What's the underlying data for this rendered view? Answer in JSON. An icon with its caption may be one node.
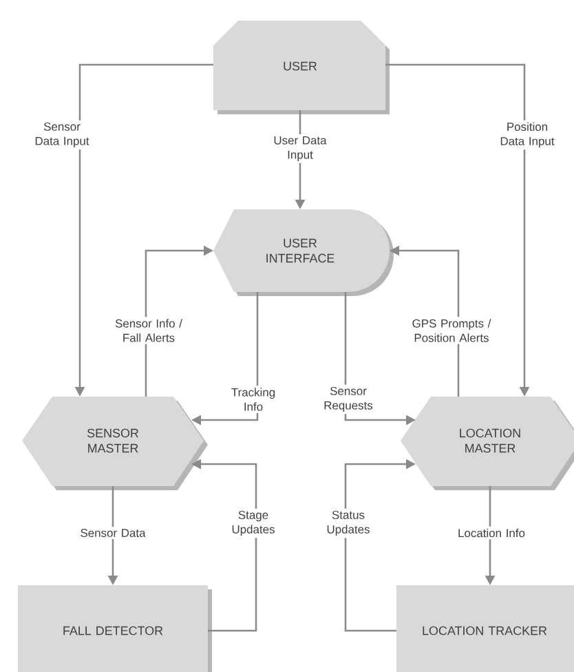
{
  "diagram": {
    "nodes": [
      {
        "text": [
          "USER"
        ]
      },
      {
        "text": [
          "USER INTERFACE"
        ]
      },
      {
        "text": [
          "SENSOR MASTER"
        ]
      },
      {
        "text": [
          "LOCATION MASTER"
        ]
      },
      {
        "text": [
          "FALL DETECTOR"
        ]
      },
      {
        "text": [
          "LOCATION TRACKER"
        ]
      }
    ],
    "edges": [
      {
        "from": 0,
        "to": 1,
        "arrow": "to",
        "label": "User Data Input"
      },
      {
        "from": 0,
        "to": 2,
        "arrow": "to",
        "label": "Sensor Data Input"
      },
      {
        "from": 0,
        "to": 3,
        "arrow": "to",
        "label": "Position Data Input"
      },
      {
        "from": 2,
        "to": 1,
        "arrow": "to",
        "label": "Sensor Info / Fall Alerts"
      },
      {
        "from": 1,
        "to": 2,
        "arrow": "to",
        "label": "Tracking Info"
      },
      {
        "from": 1,
        "to": 3,
        "arrow": "to",
        "label": "Sensor Requests"
      },
      {
        "from": 3,
        "to": 1,
        "arrow": "to",
        "label": "GPS Prompts / Position Alerts"
      },
      {
        "from": 2,
        "to": 4,
        "arrow": "to",
        "label": "Sensor Data"
      },
      {
        "from": 4,
        "to": 2,
        "arrow": "to",
        "label": "Stage Updates"
      },
      {
        "from": 5,
        "to": 3,
        "arrow": "to",
        "label": "Status Updates"
      },
      {
        "from": 3,
        "to": 5,
        "arrow": "to",
        "label": "Location Info"
      }
    ]
  }
}
